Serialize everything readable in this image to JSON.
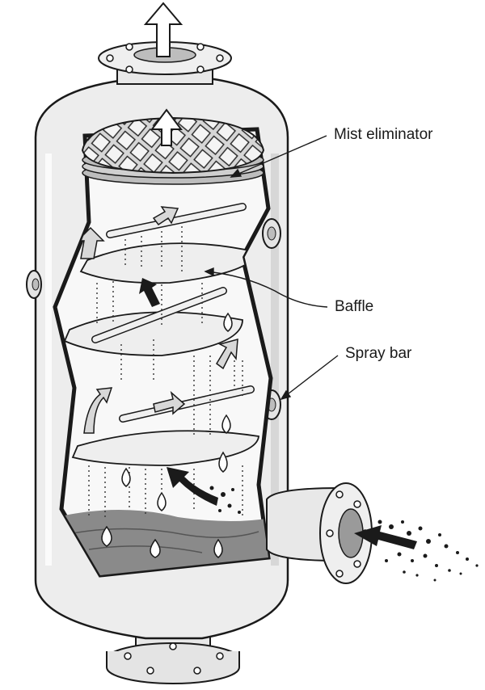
{
  "labels": {
    "mist_eliminator": "Mist eliminator",
    "baffle": "Baffle",
    "spray_bar": "Spray bar"
  },
  "icons": {
    "gas_outlet_arrow": "arrow-up-icon",
    "inlet_arrow": "arrow-left-icon",
    "flow_arrows": "curved-arrow-icon",
    "droplets": "droplet-icon",
    "nozzles": "flange-nozzle-icon"
  },
  "colors": {
    "shell_fill": "#efefef",
    "shell_stroke": "#1a1a1a",
    "interior_fill": "#f7f7f7",
    "liquid_fill": "#8a8a8a",
    "arrow_fill": "#1a1a1a",
    "arrow_light_fill": "#d8d8d8"
  }
}
